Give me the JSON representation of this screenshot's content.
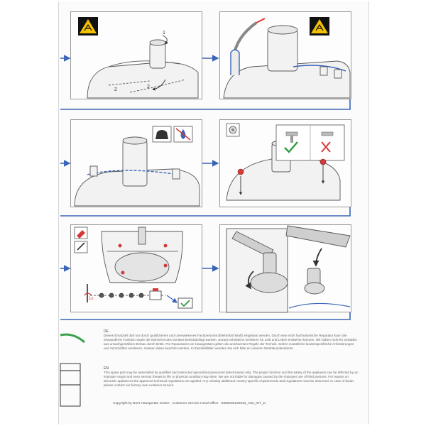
{
  "text": {
    "de_label": "DE",
    "de_paragraph": "Dieses Ersatzteil darf nur durch qualifiziertes und unterwiesenes Fachpersonal (Elektrofachkraft) eingebaut werden. Durch eine nicht fachmännische Reparatur kann die einwandfreie Funktion sowie die Sicherheit des Gerätes beeinträchtigt werden, woraus erhebliche Gefahren für Leib und Leben entstehen können. Wir haften nicht für Schäden aus unsachgemäßem Einbau durch Dritte. Für Reparaturen an Hausgeräten gelten die anerkannten Regeln der Technik. Sofern zusätzliche landesspezifische Anforderungen und Vorschriften existieren, müssen diese beachtet werden. In Zweifelsfällen wenden Sie sich bitte an unseren Werkskundendienst.",
    "en_label": "EN",
    "en_paragraph": "This spare part may be assembled by qualified and instructed specialized personnel (electricians) only. The proper function and the safety of the appliance can be effected by an improper repair and even serious threats to life or physical condition may arise. We are not liable for damages caused by the improper use of third persons. For repairs on domestic appliances the approved technical regulations are applied. Any existing additional country-specific requirements and regulations must be observed. In case of doubt please contact our factory own customer service.",
    "footer": "Copyright by BSH Hausgeräte GmbH - Customer Service Head Office - 5800000182843_A82_INT_D"
  },
  "figure_labels": {
    "step_1": "1",
    "step_2a": "2",
    "step_2b": "2",
    "times_label": "1x"
  },
  "icons": [
    "warning-crush-icon",
    "warning-crush-icon",
    "gloves-icon",
    "no-liquid-icon",
    "screw-head-icon",
    "correct-check-icon",
    "wrong-cross-icon",
    "drill-icon",
    "screwdriver-icon"
  ],
  "colors": {
    "arrow_blue": "#3a64b8",
    "warning_yellow": "#f2c200",
    "check_green": "#2e9a3e",
    "cross_red": "#d43a3a",
    "logo_green": "#3aa04a"
  }
}
